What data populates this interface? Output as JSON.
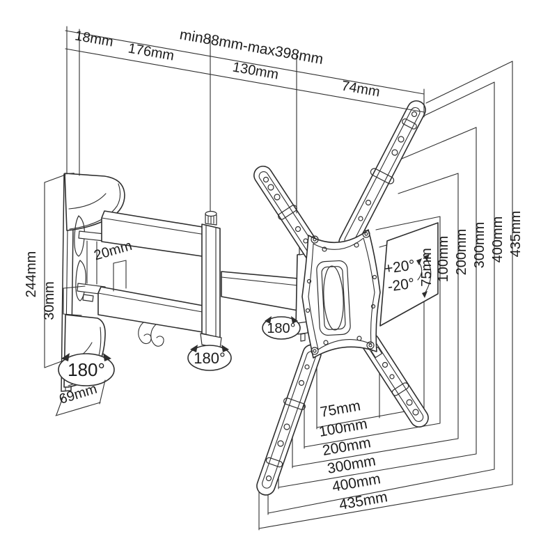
{
  "colors": {
    "line": "#2e2e2e",
    "background": "#ffffff",
    "text": "#1c1c1c"
  },
  "labels": {
    "top": [
      "18mm",
      "176mm",
      "min88mm-max398mm",
      "130mm",
      "74mm"
    ],
    "left": [
      "244mm",
      "30mm",
      "20mm",
      "69mm"
    ],
    "rotation": [
      "180°",
      "180°",
      "180°"
    ],
    "tilt": [
      "+20°",
      "-20°"
    ],
    "vesa_right": [
      "75mm",
      "100mm",
      "200mm",
      "300mm",
      "400mm",
      "435mm"
    ],
    "vesa_bottom": [
      "75mm",
      "100mm",
      "200mm",
      "300mm",
      "400mm",
      "435mm"
    ]
  }
}
